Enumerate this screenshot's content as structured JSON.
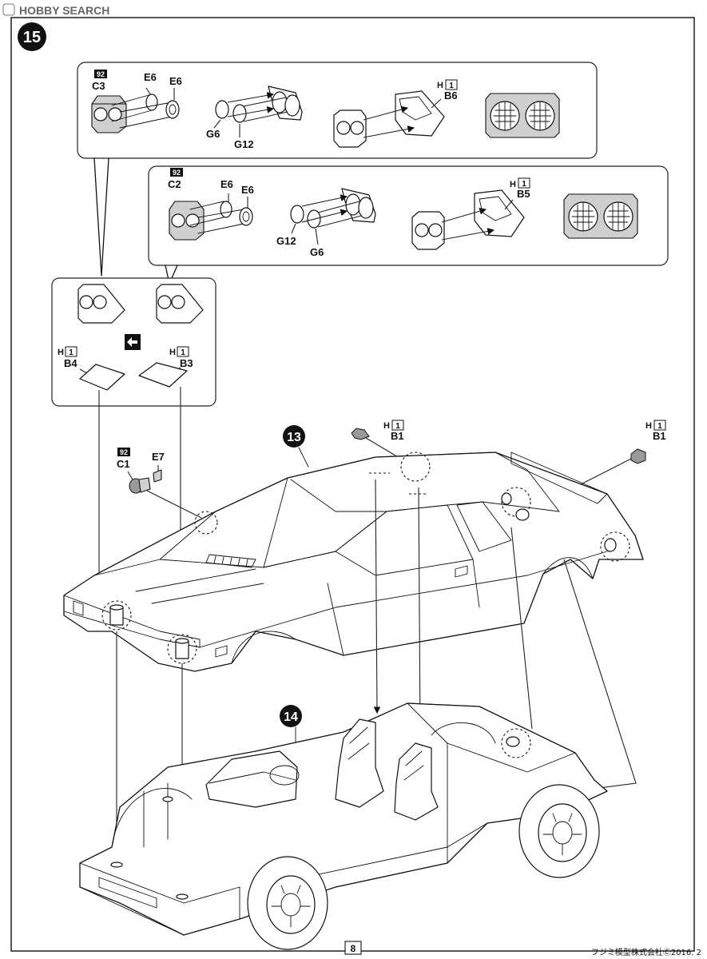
{
  "watermark": "HOBBY SEARCH",
  "step_number": "15",
  "sub_step_body": "13",
  "sub_step_chassis": "14",
  "page_number": "8",
  "footer": "フジミ模型株式会社Ⓒ2016. 2",
  "panel_top": {
    "part_92_badge": "92",
    "part_c3": "C3",
    "part_e6_a": "E6",
    "part_e6_b": "E6",
    "part_g6": "G6",
    "part_g12": "G12",
    "part_h_label": "H",
    "part_h_badge": "1",
    "part_b6": "B6"
  },
  "panel_mid": {
    "part_92_badge": "92",
    "part_c2": "C2",
    "part_e6_a": "E6",
    "part_e6_b": "E6",
    "part_g12": "G12",
    "part_g6": "G6",
    "part_h_label": "H",
    "part_h_badge": "1",
    "part_b5": "B5"
  },
  "panel_left": {
    "b4_h_label": "H",
    "b4_h_badge": "1",
    "part_b4": "B4",
    "b3_h_label": "H",
    "b3_h_badge": "1",
    "part_b3": "B3"
  },
  "body_parts": {
    "c1_badge": "92",
    "part_c1": "C1",
    "part_e7": "E7",
    "b1_center_h": "H",
    "b1_center_badge": "1",
    "part_b1_center": "B1",
    "b1_right_h": "H",
    "b1_right_badge": "1",
    "part_b1_right": "B1"
  }
}
